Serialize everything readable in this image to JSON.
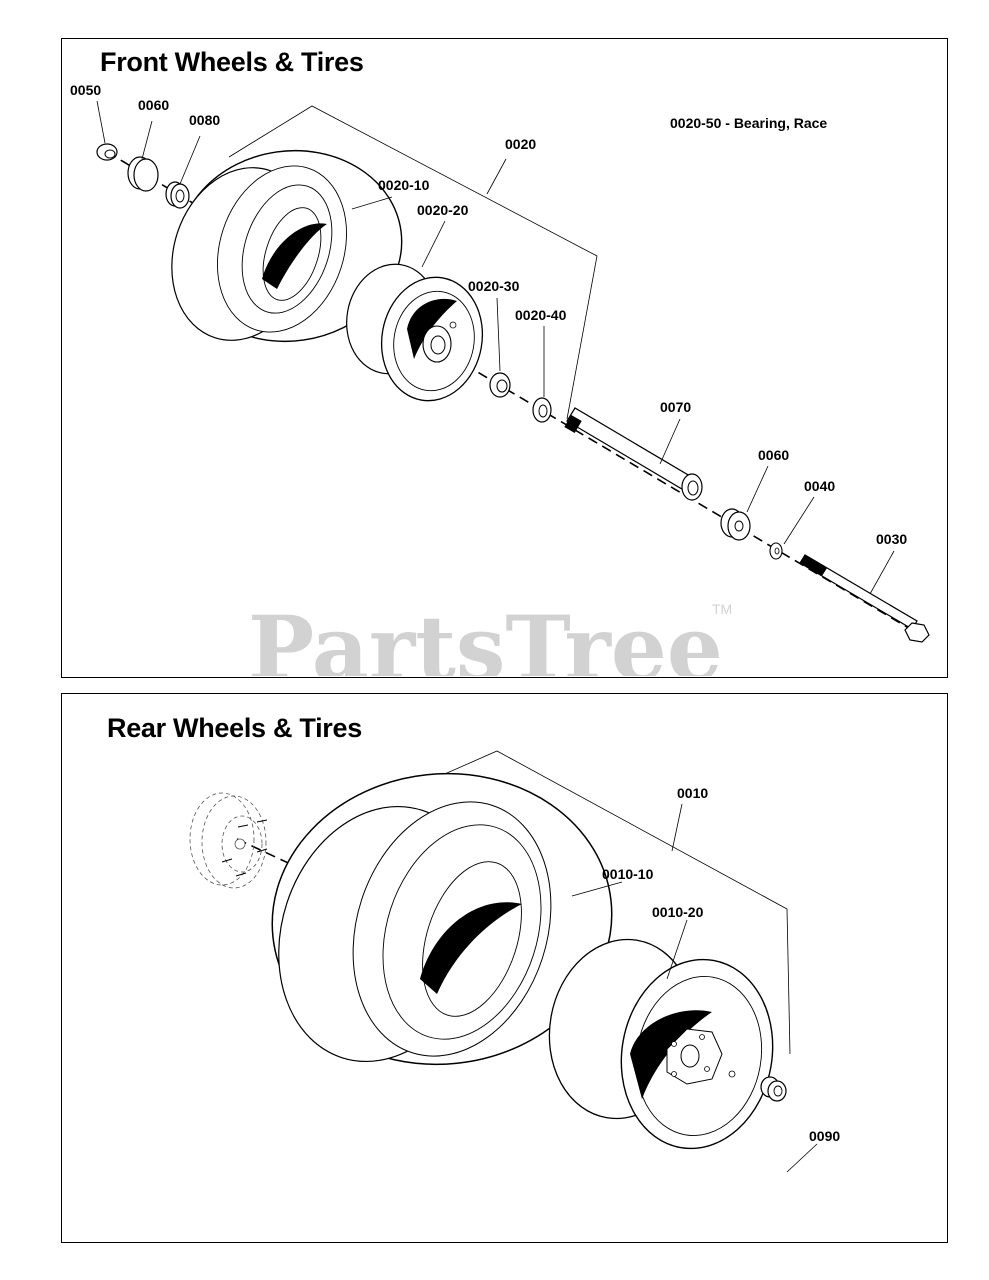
{
  "front": {
    "title": "Front Wheels & Tires",
    "note": "0020-50 - Bearing, Race",
    "labels": {
      "p0050": "0050",
      "p0060a": "0060",
      "p0080": "0080",
      "p0020": "0020",
      "p0020_10": "0020-10",
      "p0020_20": "0020-20",
      "p0020_30": "0020-30",
      "p0020_40": "0020-40",
      "p0070": "0070",
      "p0060b": "0060",
      "p0040": "0040",
      "p0030": "0030"
    }
  },
  "rear": {
    "title": "Rear Wheels & Tires",
    "labels": {
      "p0010": "0010",
      "p0010_10": "0010-10",
      "p0010_20": "0010-20",
      "p0090": "0090"
    }
  },
  "watermark": {
    "text": "PartsTree",
    "tm": "TM"
  }
}
